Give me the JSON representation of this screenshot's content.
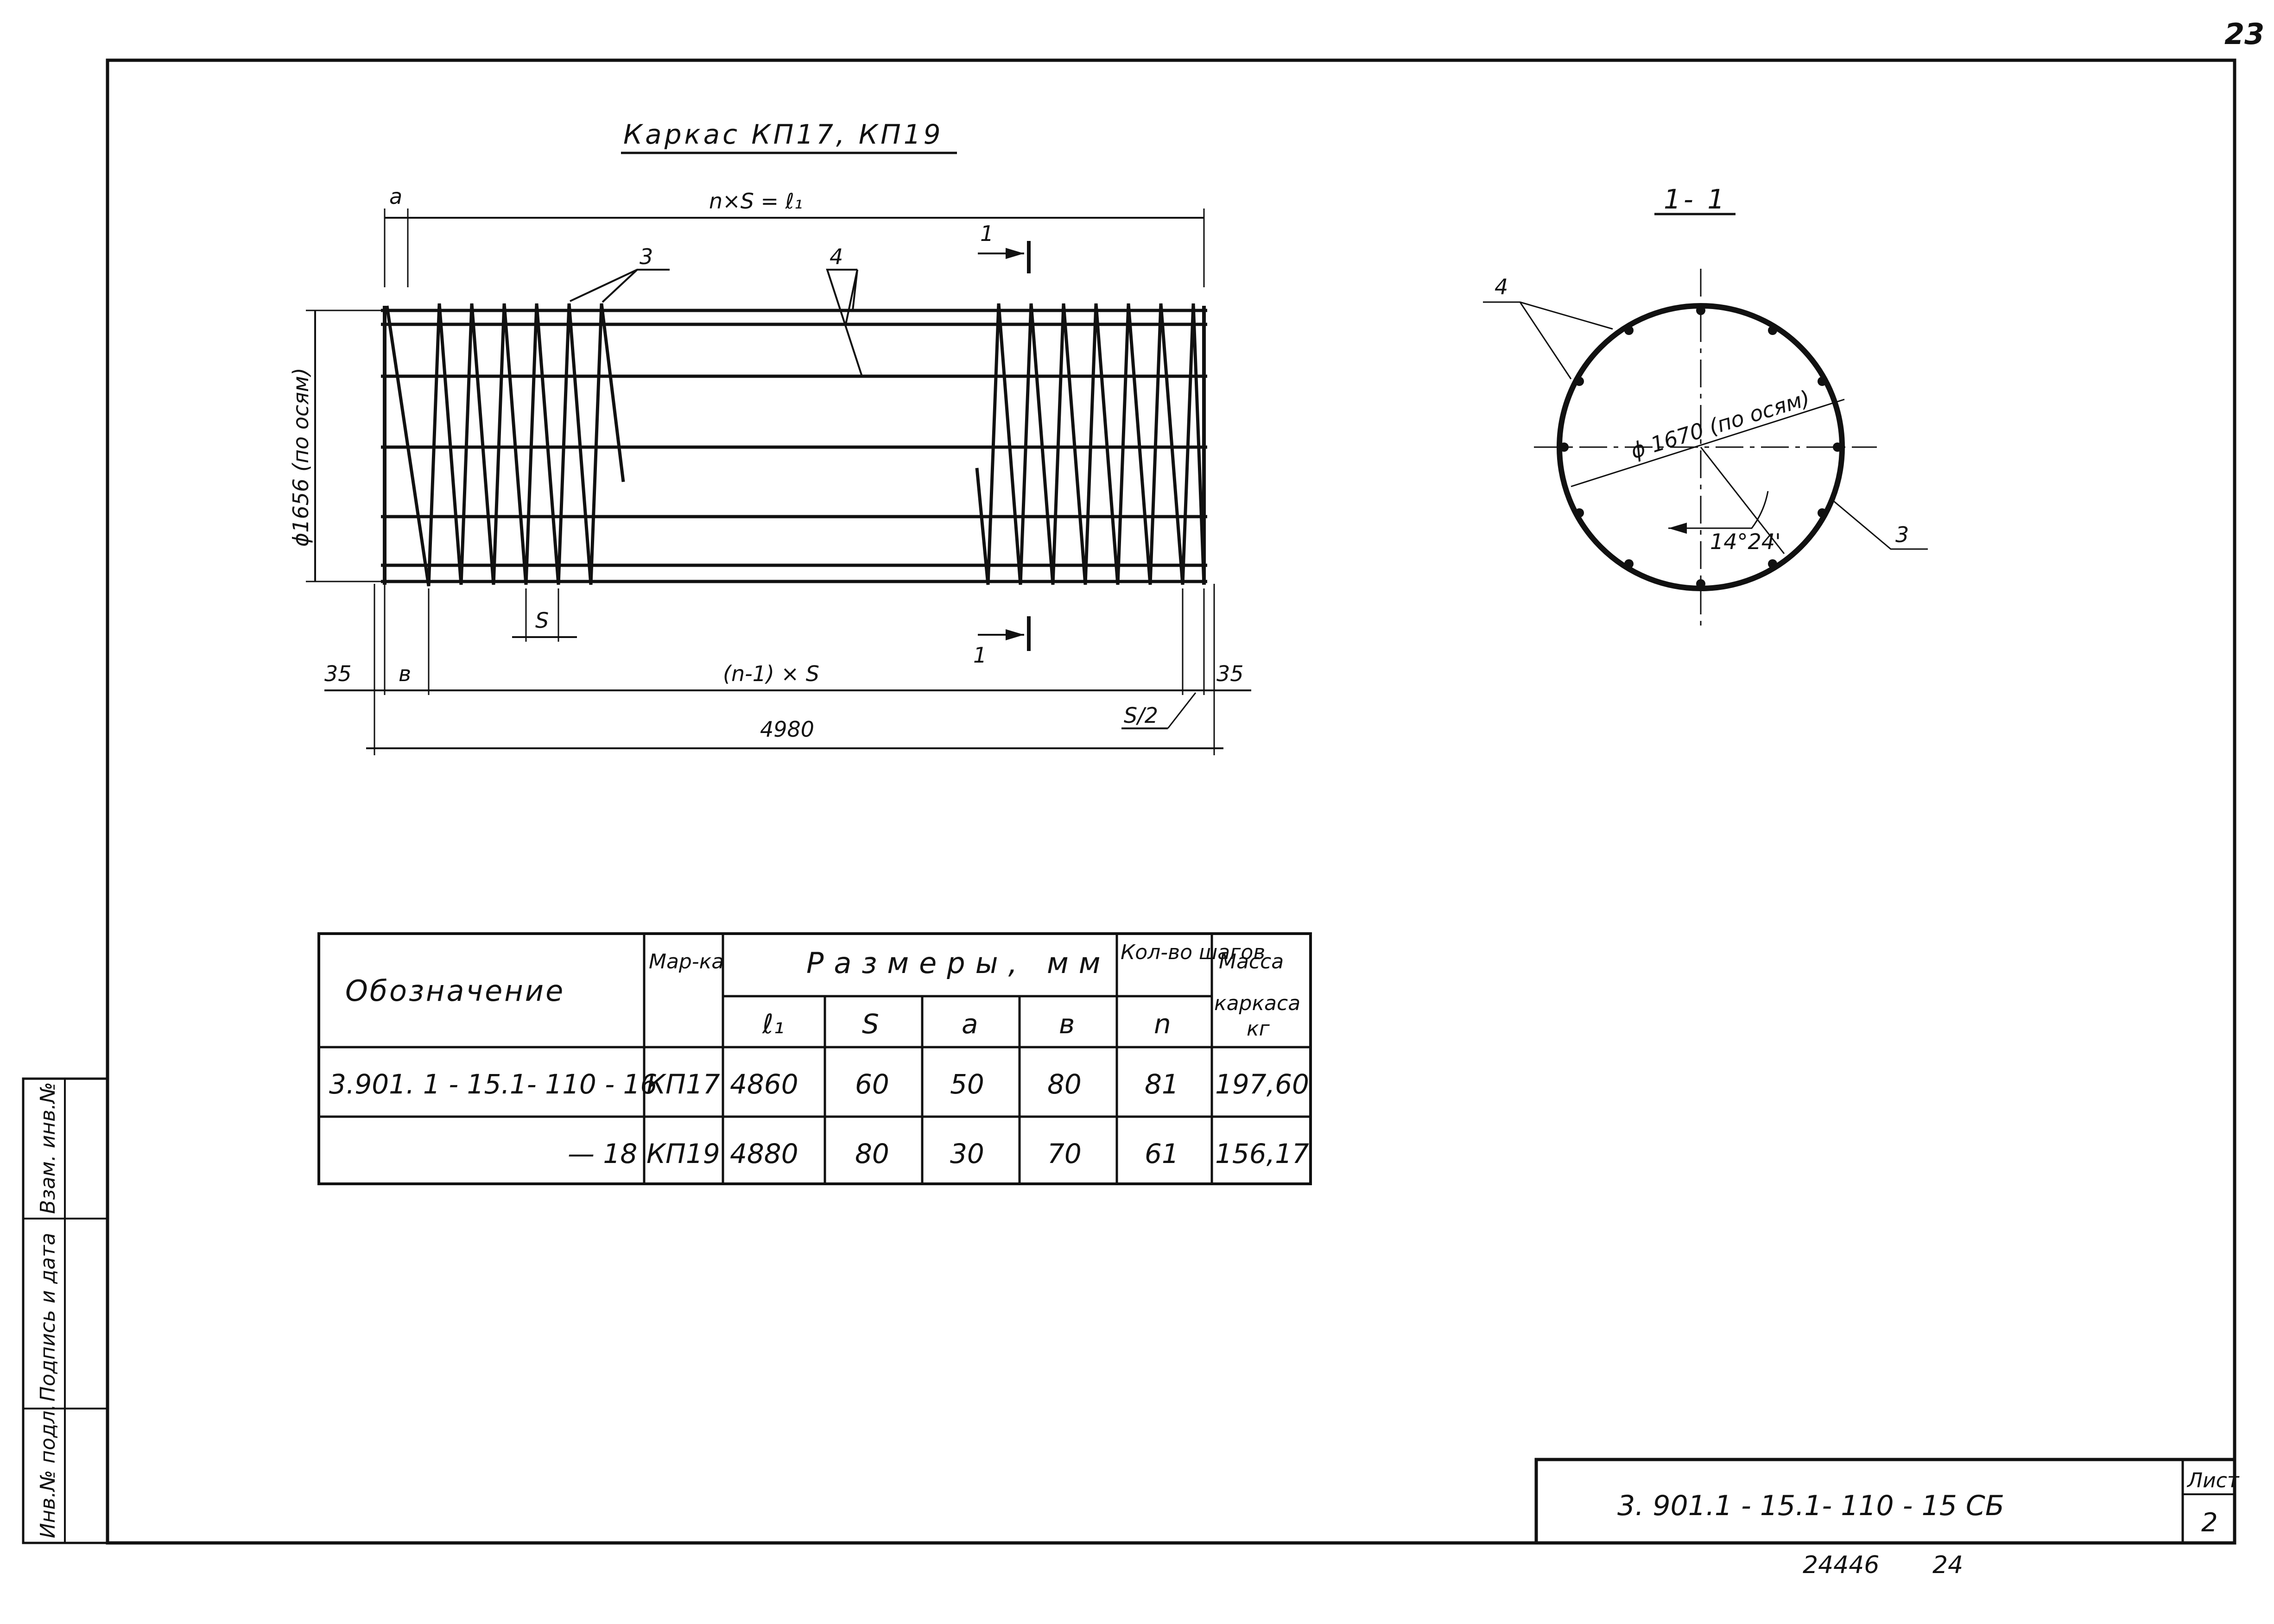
{
  "sheet_corner_number": "23",
  "view_title": "Каркас КП17, КП19",
  "section_title": "1- 1",
  "dimensions": {
    "top_span": "n×S = ℓ₁",
    "pitch_a": "a",
    "pitch_b": "в",
    "bottom_span": "(n-1) × S",
    "step_s": "S",
    "half_step": "S/2",
    "end_left": "35",
    "end_right": "35",
    "total_length": "4980",
    "height": "ϕ1656 (по осям)",
    "section_diameter": "ϕ 1670 (по осям)",
    "section_angle": "14°24'"
  },
  "callouts": {
    "spiral": "3",
    "rods": "4"
  },
  "section_marks": [
    "1",
    "1"
  ],
  "table": {
    "header_designation": "Обозначение",
    "header_mark": "Мар-ка",
    "header_sizes": "Размеры, мм",
    "header_steps": "Кол-во шагов",
    "header_mass_1": "Масса",
    "header_mass_2": "каркаса",
    "header_mass_3": "кг",
    "sub_l": "ℓ₁",
    "sub_s": "S",
    "sub_a": "a",
    "sub_b": "в",
    "sub_n": "n",
    "rows": [
      {
        "designation": "3.901. 1 - 15.1- 110 - 16",
        "mark": "КП17",
        "l": "4860",
        "s": "60",
        "a": "50",
        "b": "80",
        "n": "81",
        "mass": "197,60"
      },
      {
        "designation": "— 18",
        "mark": "КП19",
        "l": "4880",
        "s": "80",
        "a": "30",
        "b": "70",
        "n": "61",
        "mass": "156,17"
      }
    ]
  },
  "side_stamp": [
    "Инв.№ подл.",
    "Подпись и дата",
    "Взам. инв.№"
  ],
  "title_block": {
    "code": "3. 901.1 - 15.1- 110 - 15 СБ",
    "sheet_label": "Лист",
    "sheet_number": "2"
  },
  "bottom_code": "24446",
  "bottom_format": "24"
}
